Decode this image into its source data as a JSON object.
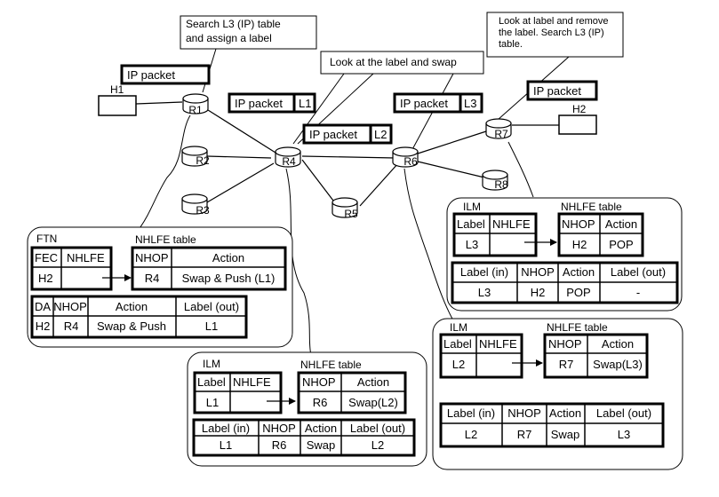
{
  "callouts": {
    "r1": [
      "Search L3 (IP) table",
      "and assign a label"
    ],
    "swap": [
      "Look at the label and swap"
    ],
    "r7": [
      "Look at label and remove",
      "the label. Search L3 (IP)",
      "table."
    ]
  },
  "hosts": {
    "h1": "H1",
    "h2": "H2"
  },
  "routers": {
    "r1": "R1",
    "r2": "R2",
    "r3": "R3",
    "r4": "R4",
    "r5": "R5",
    "r6": "R6",
    "r7": "R7",
    "r8": "R8"
  },
  "packets": {
    "p1": {
      "text": "IP packet"
    },
    "p2": {
      "text": "IP packet",
      "label": "L1"
    },
    "p3": {
      "text": "IP packet",
      "label": "L2"
    },
    "p4": {
      "text": "IP packet",
      "label": "L3"
    },
    "p5": {
      "text": "IP packet"
    }
  },
  "ftn_panel": {
    "title": "FTN",
    "nhlfe_title": "NHLFE table",
    "ftn_headers": [
      "FEC",
      "NHLFE"
    ],
    "ftn_row": [
      "H2",
      ""
    ],
    "nhlfe_headers": [
      "NHOP",
      "Action"
    ],
    "nhlfe_row": [
      "R4",
      "Swap & Push (L1)"
    ],
    "combined_headers": [
      "DA",
      "NHOP",
      "Action",
      "Label (out)"
    ],
    "combined_row": [
      "H2",
      "R4",
      "Swap & Push",
      "L1"
    ]
  },
  "ilm_r4": {
    "title": "ILM",
    "nhlfe_title": "NHLFE table",
    "ilm_headers": [
      "Label",
      "NHLFE"
    ],
    "ilm_row": [
      "L1",
      ""
    ],
    "nhlfe_headers": [
      "NHOP",
      "Action"
    ],
    "nhlfe_row": [
      "R6",
      "Swap(L2)"
    ],
    "combined_headers": [
      "Label (in)",
      "NHOP",
      "Action",
      "Label (out)"
    ],
    "combined_row": [
      "L1",
      "R6",
      "Swap",
      "L2"
    ]
  },
  "ilm_r6": {
    "title": "ILM",
    "nhlfe_title": "NHLFE table",
    "ilm_headers": [
      "Label",
      "NHLFE"
    ],
    "ilm_row": [
      "L2",
      ""
    ],
    "nhlfe_headers": [
      "NHOP",
      "Action"
    ],
    "nhlfe_row": [
      "R7",
      "Swap(L3)"
    ],
    "combined_headers": [
      "Label (in)",
      "NHOP",
      "Action",
      "Label (out)"
    ],
    "combined_row": [
      "L2",
      "R7",
      "Swap",
      "L3"
    ]
  },
  "ilm_r7": {
    "title": "ILM",
    "nhlfe_title": "NHLFE table",
    "ilm_headers": [
      "Label",
      "NHLFE"
    ],
    "ilm_row": [
      "L3",
      ""
    ],
    "nhlfe_headers": [
      "NHOP",
      "Action"
    ],
    "nhlfe_row": [
      "H2",
      "POP"
    ],
    "combined_headers": [
      "Label (in)",
      "NHOP",
      "Action",
      "Label (out)"
    ],
    "combined_row": [
      "L3",
      "H2",
      "POP",
      "-"
    ]
  }
}
